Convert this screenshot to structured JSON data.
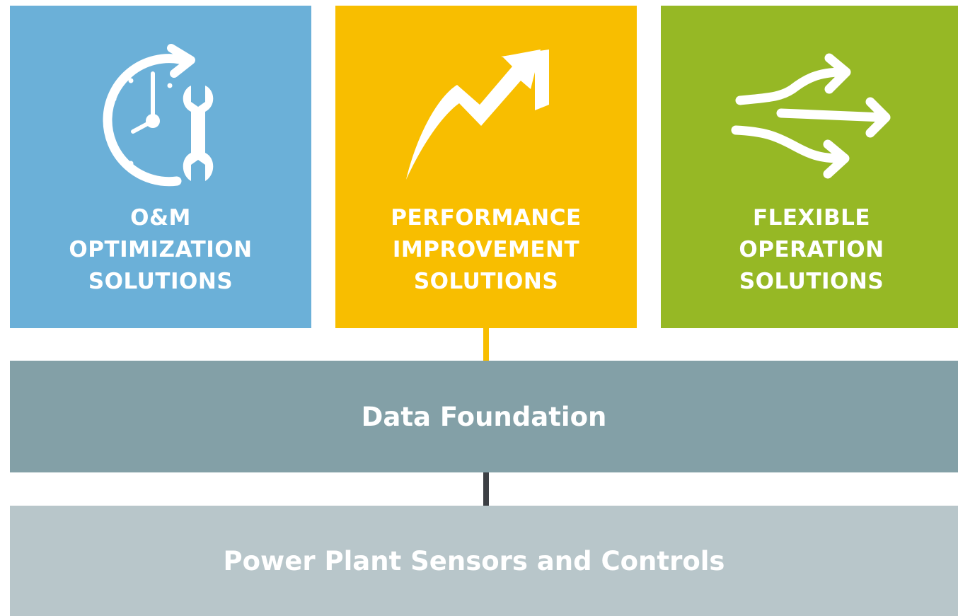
{
  "tiles": [
    {
      "id": "om",
      "icon": "clock-wrench-icon",
      "color": "#6bb0d8",
      "lines": [
        "O&M",
        "OPTIMIZATION",
        "SOLUTIONS"
      ]
    },
    {
      "id": "performance",
      "icon": "trend-up-arrow-icon",
      "color": "#f8be00",
      "lines": [
        "PERFORMANCE",
        "IMPROVEMENT",
        "SOLUTIONS"
      ]
    },
    {
      "id": "flexible",
      "icon": "diverging-arrows-icon",
      "color": "#96b825",
      "lines": [
        "FLEXIBLE",
        "OPERATION",
        "SOLUTIONS"
      ]
    }
  ],
  "connectors": {
    "top_color": "#f8be00",
    "bottom_color": "#3c3f44"
  },
  "layers": {
    "data_foundation": {
      "label": "Data Foundation",
      "color": "#83a0a7"
    },
    "sensors": {
      "label": "Power Plant Sensors and Controls",
      "color": "#b8c6ca"
    }
  }
}
